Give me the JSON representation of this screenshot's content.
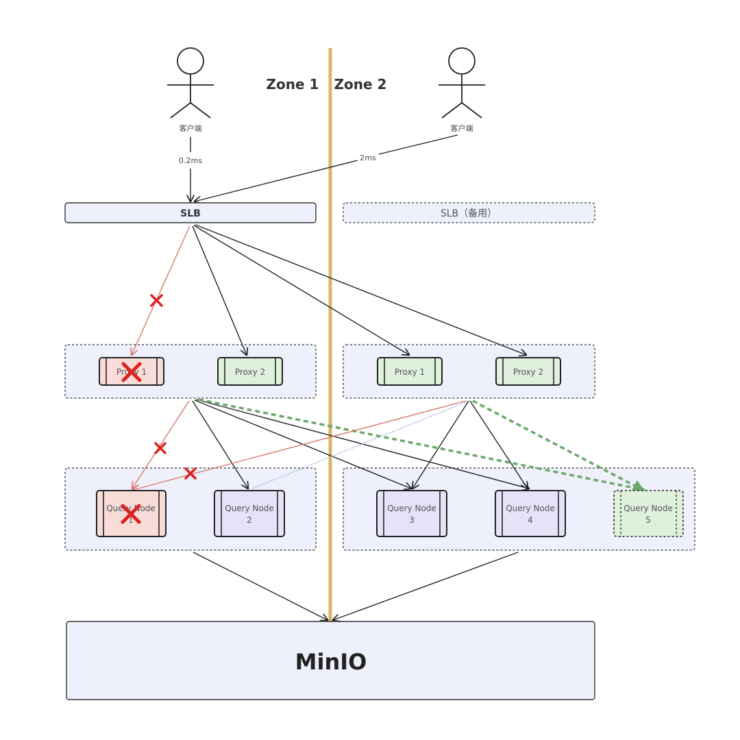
{
  "zones": {
    "left": "Zone 1",
    "right": "Zone 2"
  },
  "clients": [
    {
      "label": "客户端"
    },
    {
      "label": "客户端"
    }
  ],
  "latency": {
    "local": "0.2ms",
    "cross": "2ms"
  },
  "slb": {
    "primary": "SLB",
    "backup": "SLB（备用）"
  },
  "proxies": {
    "zone1": [
      {
        "label": "Proxy 1",
        "status": "failed"
      },
      {
        "label": "Proxy 2",
        "status": "ok"
      }
    ],
    "zone2": [
      {
        "label": "Proxy 1",
        "status": "ok"
      },
      {
        "label": "Proxy 2",
        "status": "ok"
      }
    ]
  },
  "query_nodes": [
    {
      "line1": "Query Node",
      "line2": "1",
      "status": "failed"
    },
    {
      "line1": "Query Node",
      "line2": "2",
      "status": "ok"
    },
    {
      "line1": "Query Node",
      "line2": "3",
      "status": "ok"
    },
    {
      "line1": "Query Node",
      "line2": "4",
      "status": "ok"
    },
    {
      "line1": "Query Node",
      "line2": "5",
      "status": "new"
    }
  ],
  "storage": {
    "label": "MinIO"
  },
  "colors": {
    "zone_divider": "#d4b865",
    "failed_fill": "#f8dcd8",
    "ok_proxy_fill": "#dff0dd",
    "query_fill": "#e6e3f8",
    "group_fill": "#eef1fb",
    "failed_edge": "#d9776b",
    "new_edge": "#6aa86a",
    "x_mark": "#dd2222",
    "blue_edge": "#9ab0e0"
  }
}
